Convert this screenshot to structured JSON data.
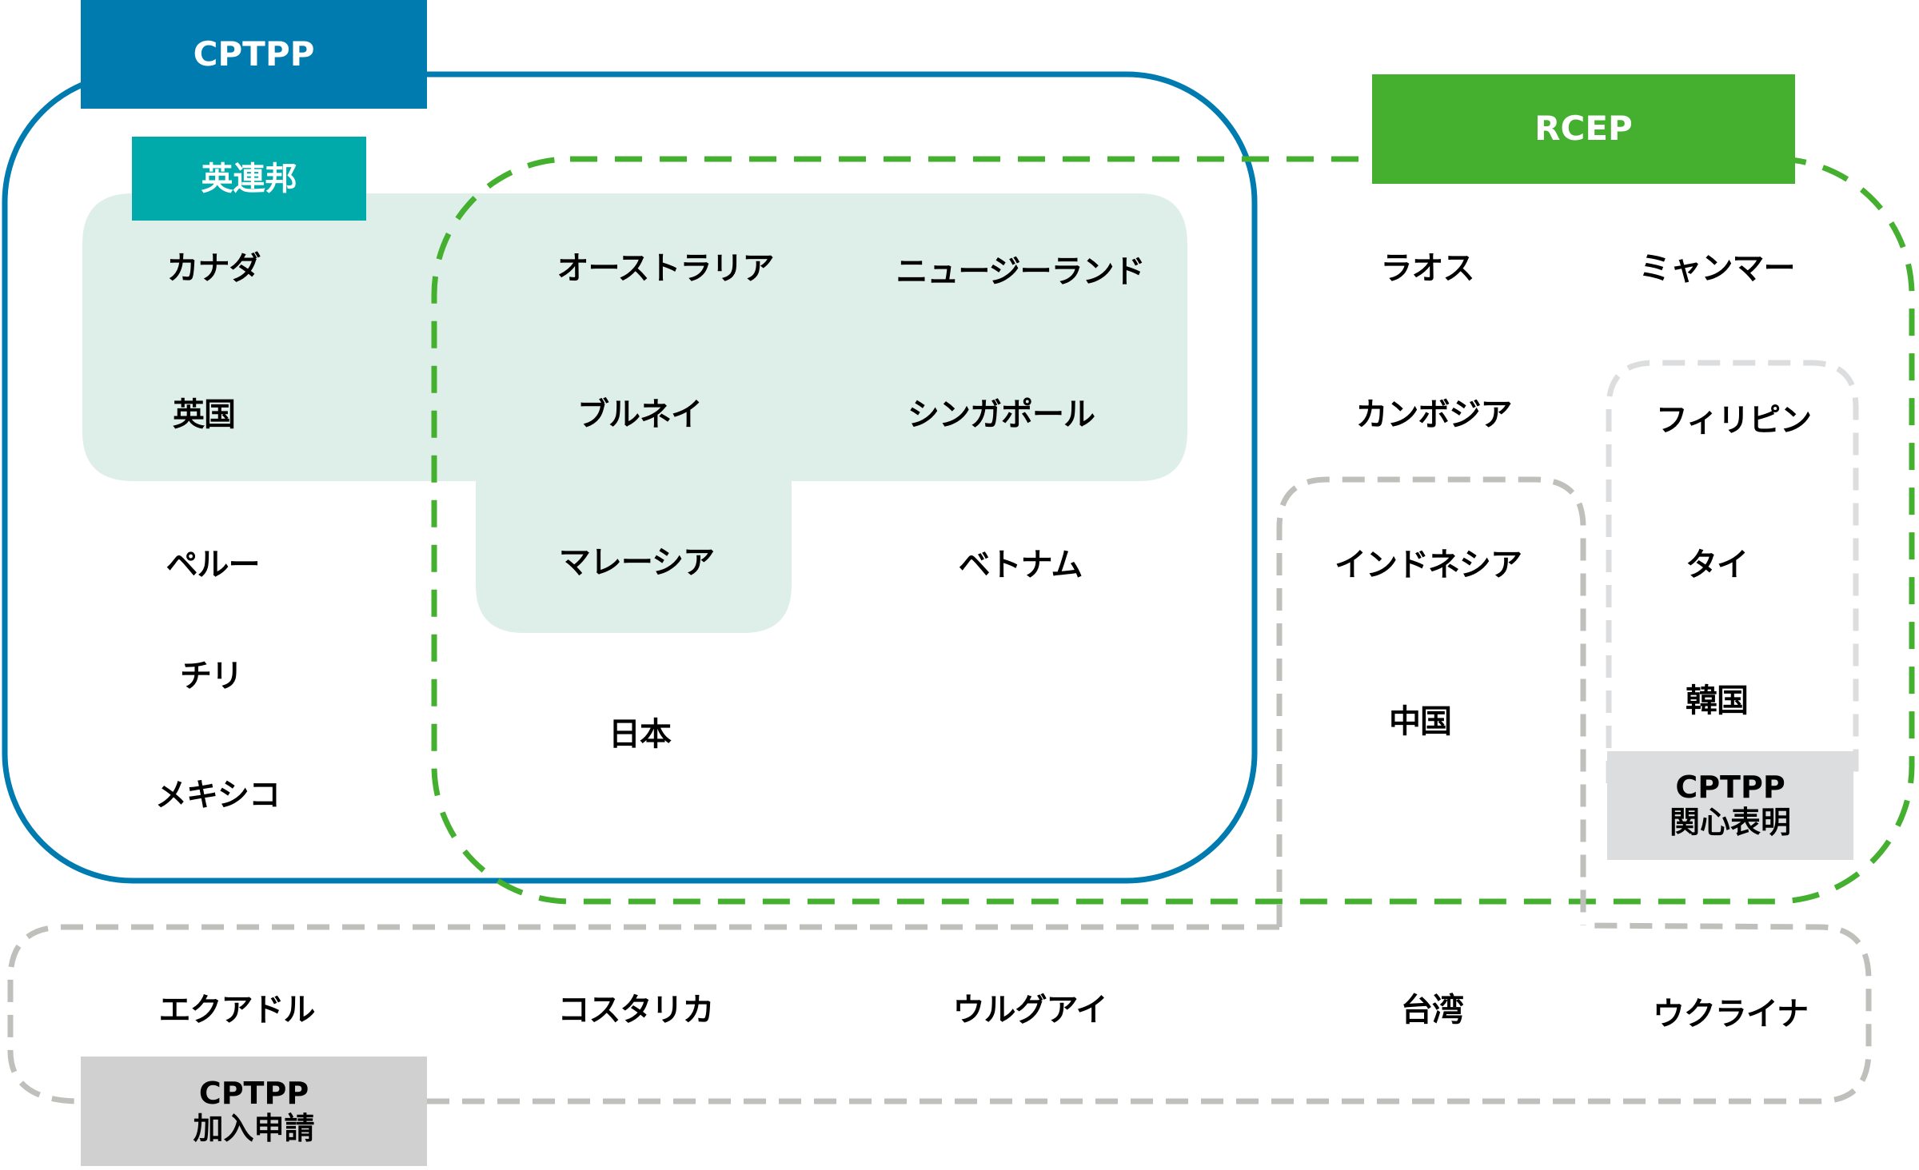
{
  "colors": {
    "cptpp": "#007BB0",
    "rcep": "#45B02F",
    "commonwealth": "#00AAAA",
    "commonwealth_fill": "#DEEFE9",
    "gray_dash": "#BFBFBB",
    "light_gray_dash": "#DCDDDE",
    "interest_box": "#DCDDDE",
    "apply_box": "#D0D0D0"
  },
  "headers": {
    "cptpp": "CPTPP",
    "rcep": "RCEP",
    "commonwealth": "英連邦",
    "interest": {
      "line1": "CPTPP",
      "line2": "関心表明"
    },
    "apply": {
      "line1": "CPTPP",
      "line2": "加入申請"
    }
  },
  "countries": {
    "canada": "カナダ",
    "uk": "英国",
    "peru": "ペルー",
    "chile": "チリ",
    "mexico": "メキシコ",
    "australia": "オーストラリア",
    "new_zealand": "ニュージーランド",
    "brunei": "ブルネイ",
    "singapore": "シンガポール",
    "malaysia": "マレーシア",
    "vietnam": "ベトナム",
    "japan": "日本",
    "laos": "ラオス",
    "myanmar": "ミャンマー",
    "cambodia": "カンボジア",
    "philippines": "フィリピン",
    "indonesia": "インドネシア",
    "thailand": "タイ",
    "china": "中国",
    "korea": "韓国",
    "ecuador": "エクアドル",
    "costa_rica": "コスタリカ",
    "uruguay": "ウルグアイ",
    "taiwan": "台湾",
    "ukraine": "ウクライナ"
  }
}
